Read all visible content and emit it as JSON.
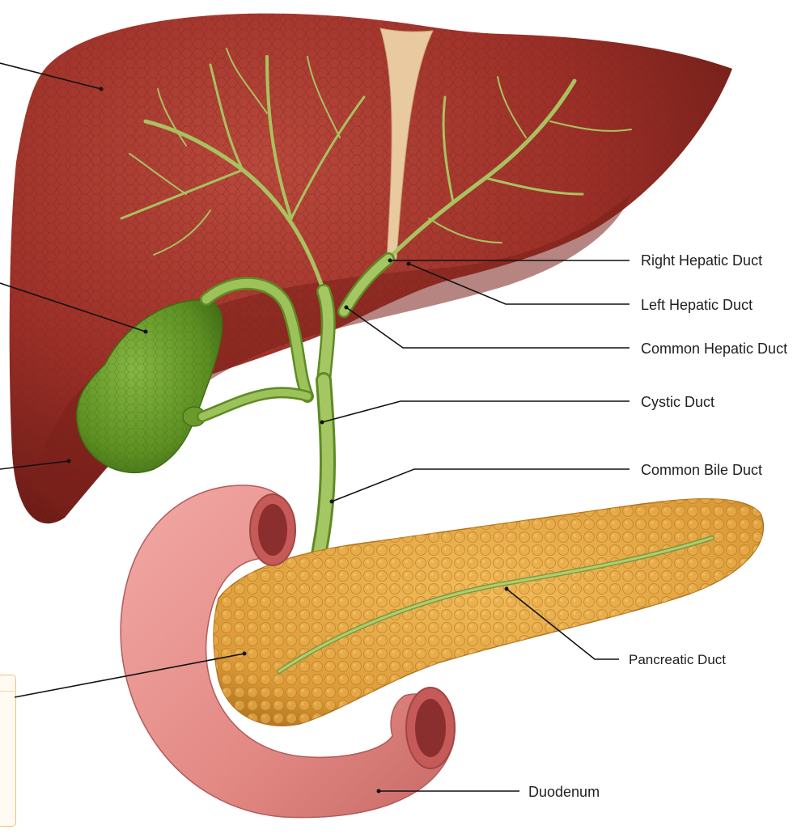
{
  "labels": {
    "right_hepatic_duct": "Right Hepatic Duct",
    "left_hepatic_duct": "Left Hepatic Duct",
    "common_hepatic_duct": "Common Hepatic Duct",
    "cystic_duct": "Cystic Duct",
    "common_bile_duct": "Common Bile Duct",
    "pancreatic_duct": "Pancreatic Duct",
    "duodenum": "Duodenum"
  },
  "colors": {
    "liver": "#9b2f27",
    "liver_dark": "#6e1c17",
    "liver_light": "#b84a3d",
    "ducts": "#9cba5a",
    "gallbladder": "#6a9a2c",
    "pancreas": "#e3a745",
    "duodenum": "#e58f8f",
    "ligament": "#e8c9a0"
  }
}
